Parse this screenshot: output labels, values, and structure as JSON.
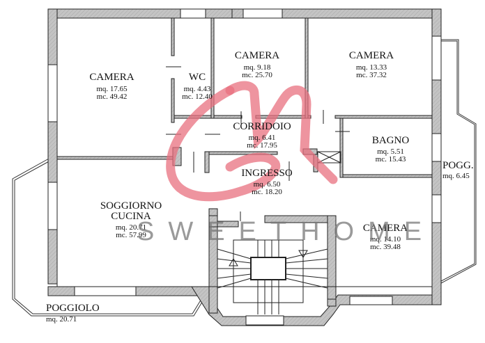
{
  "floor_plan": {
    "rooms": [
      {
        "id": "camera-1",
        "name": "CAMERA",
        "mq": "mq. 17.65",
        "mc": "mc. 49.42"
      },
      {
        "id": "wc",
        "name": "WC",
        "mq": "mq. 4.43",
        "mc": "mc. 12.40"
      },
      {
        "id": "camera-2",
        "name": "CAMERA",
        "mq": "mq. 9.18",
        "mc": "mc. 25.70"
      },
      {
        "id": "camera-3",
        "name": "CAMERA",
        "mq": "mq. 13.33",
        "mc": "mc. 37.32"
      },
      {
        "id": "corridoio",
        "name": "CORRIDOIO",
        "mq": "mq. 6.41",
        "mc": "mc. 17.95"
      },
      {
        "id": "bagno",
        "name": "BAGNO",
        "mq": "mq. 5.51",
        "mc": "mc. 15.43"
      },
      {
        "id": "ingresso",
        "name": "INGRESSO",
        "mq": "mq. 6.50",
        "mc": "mc. 18.20"
      },
      {
        "id": "soggiorno",
        "name": "SOGGIORNO",
        "name2": "CUCINA",
        "mq": "mq. 20.71",
        "mc": "mc. 57.99"
      },
      {
        "id": "camera-4",
        "name": "CAMERA",
        "mq": "mq. 14.10",
        "mc": "mc. 39.48"
      },
      {
        "id": "poggiolo",
        "name": "POGGIOLO",
        "mq": "mq. 20.71"
      },
      {
        "id": "pogg",
        "name": "POGG.",
        "mq": "mq. 6.45"
      }
    ],
    "watermark": {
      "text": "SWEETHOME",
      "logo_color": "#e8707f"
    },
    "colors": {
      "wall_fill": "#b8b8b8",
      "wall_stroke": "#222222",
      "background": "#ffffff"
    }
  }
}
